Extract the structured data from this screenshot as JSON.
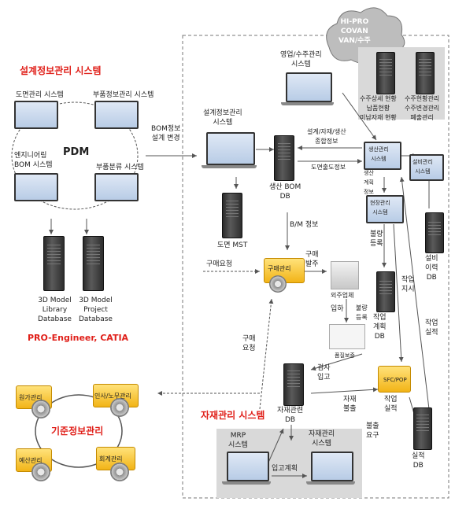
{
  "labels": {
    "design_system_title": "설계정보관리 시스템",
    "drawing_mgmt": "도면관리 시스템",
    "part_info_mgmt": "부품정보관리 시스템",
    "pdm": "PDM",
    "eng_bom": "엔지니어링\nBOM 시스템",
    "part_class": "부품분류 시스템",
    "lib_db": "3D Model\nLibrary\nDatabase",
    "proj_db": "3D Model\nProject\nDatabase",
    "cad": "PRO-Engineer, CATIA",
    "bom_change": "BOM정보\n설계 변경",
    "design_laptop": "설계정보관리\n시스템",
    "bom_db": "생산 BOM\nDB",
    "drawing_mst": "도면 MST",
    "cloud": "HI-PRO\nCOVAN\nVAN/수주",
    "sales": "영업/수주관리\n시스템",
    "order_status": "수주상세 현황\n납품현황\n미납자재 현황",
    "order_change": "수주현황관리\n수주변경관리\n폐출관리",
    "prod_info": "설계/자재/생산\n종합정보",
    "drawing_out": "도면출도정보",
    "prod_mgmt": "생산관리\n시스템",
    "facility_mgmt": "설비관리\n시스템",
    "prod_plan": "생산\n계획\n정보",
    "field_mgmt": "현장관리\n시스템",
    "bm_info": "B/M 정보",
    "purchase_req": "구매요청",
    "purchase_mgmt": "구매관리",
    "purchase_order": "구매\n발주",
    "outsourcer": "외주업체",
    "receive": "입하",
    "defect_reg": "불량\n등록",
    "defect_reg2": "불량\n등록",
    "work_plan_db": "작업\n계획\nDB",
    "work_inst": "작업\n지시",
    "facility_db": "설비\n이력\nDB",
    "quality": "품질보증",
    "inspect": "검사\n입고",
    "purchase_req2": "구매\n요청",
    "material_db": "자재관련\nDB",
    "sfc": "SFC/POP",
    "material_out": "자재\n불출",
    "work_perf": "작업\n실적",
    "work_perf2": "작업\n실적",
    "out_req": "불출\n요구",
    "perf_db": "실적\nDB",
    "material_system": "자재관리 시스템",
    "mrp": "MRP\n시스템",
    "mat_laptop": "자재관리\n시스템",
    "receive_plan": "입고계획",
    "base_info": "기준정보관리",
    "cost": "원가관리",
    "hr": "인사/노무관리",
    "budget": "예산관리",
    "account": "회계관리"
  }
}
